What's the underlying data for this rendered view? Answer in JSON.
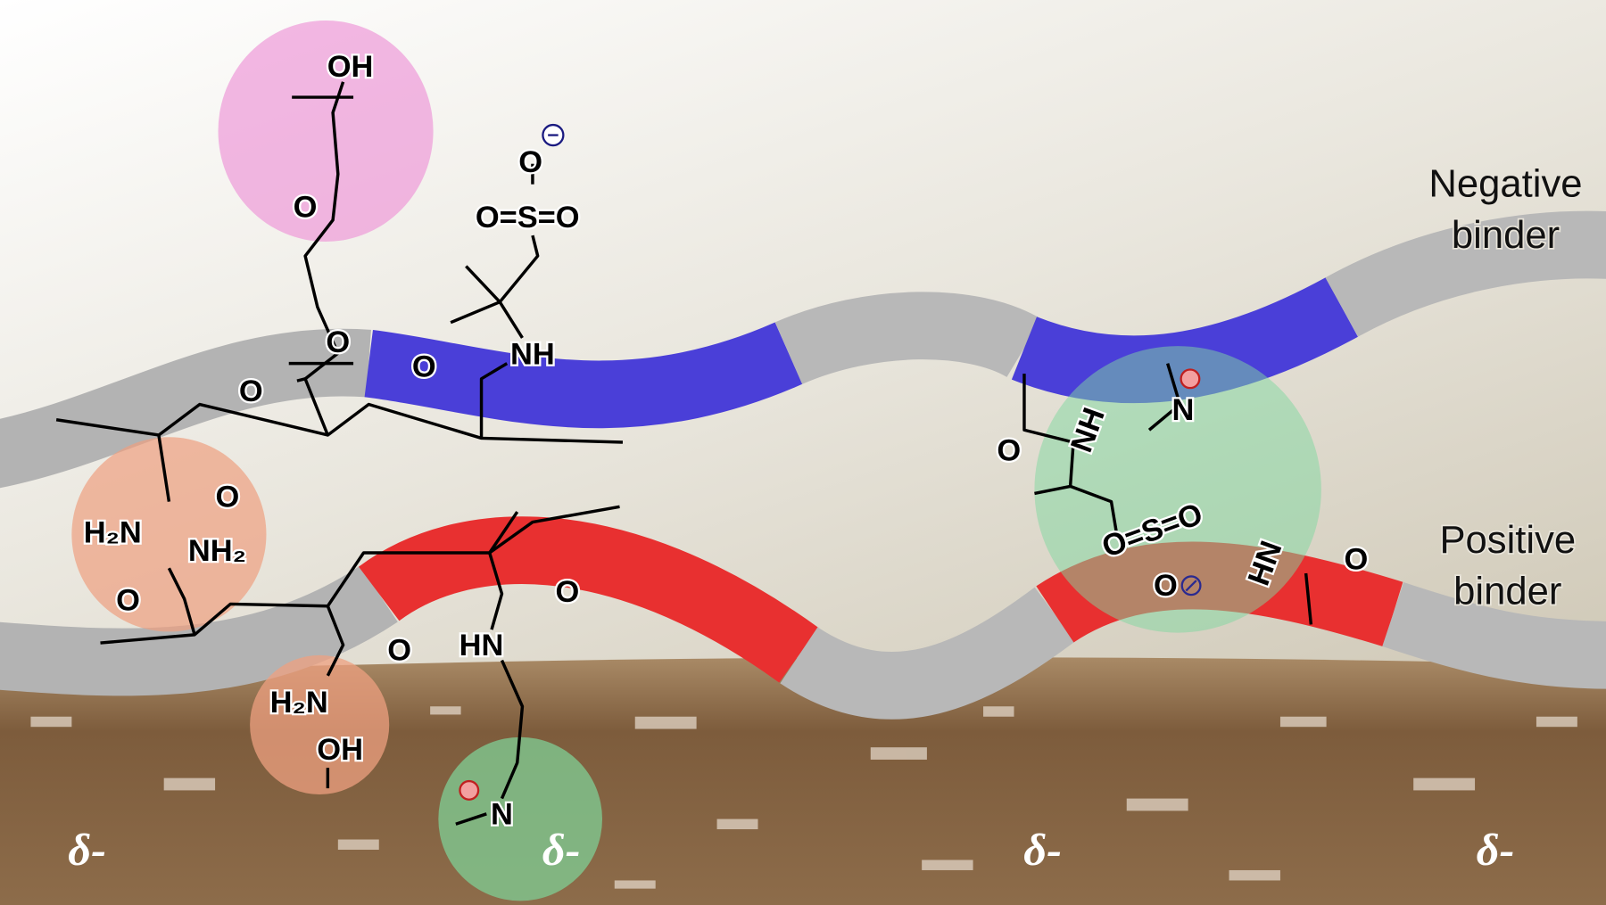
{
  "labels": {
    "negative_binder": [
      "Negative",
      "binder"
    ],
    "positive_binder": [
      "Positive",
      "binder"
    ],
    "delta": [
      "δ-",
      "δ-",
      "δ-",
      "δ-"
    ]
  },
  "chem": {
    "peg_oh": "OH",
    "peg_o1": "O",
    "peg_o2": "O",
    "ester_o": "O",
    "sulfonate_o_minus": "O",
    "sulfonate_group": "O=S=O",
    "amide_nh": "NH",
    "amide_o": "O",
    "acrylamide_o1": "O",
    "acrylamide_h2n1": "H₂N",
    "acrylamide_nh2": "NH₂",
    "acrylamide_o2": "O",
    "pos_amide_o": "O",
    "pos_hn": "HN",
    "pos_acrylamide_o": "O",
    "pos_h2n": "H₂N",
    "surface_oh": "OH",
    "quat_n": "N",
    "pair_amide_o": "O",
    "pair_nh": "NH",
    "pair_n": "N",
    "pair_sulfonate": "O=S=O",
    "pair_so_o": "O",
    "pair_hn": "HN",
    "pair_o": "O"
  },
  "colors": {
    "negative_segment": "#4a3fd8",
    "positive_segment": "#e83030",
    "backbone": "#b8b8b8",
    "peg_circle": "#ee9ad8",
    "amide_circle": "#eea080",
    "ionic_circle": "#7fd8a0",
    "substrate": "#8a6a48"
  }
}
